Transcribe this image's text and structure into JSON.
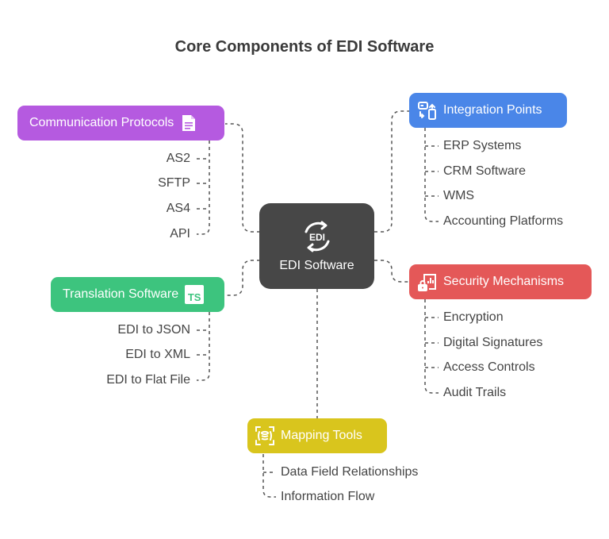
{
  "title": "Core Components of EDI Software",
  "center": {
    "label": "EDI Software",
    "icon": "edi-sync-icon",
    "color": "#474747"
  },
  "branches": [
    {
      "id": "communication-protocols",
      "label": "Communication Protocols",
      "icon": "document-icon",
      "color": "#B55AE0",
      "children": [
        "AS2",
        "SFTP",
        "AS4",
        "API"
      ]
    },
    {
      "id": "integration-points",
      "label": "Integration Points",
      "icon": "device-sync-icon",
      "color": "#4A86E8",
      "children": [
        "ERP Systems",
        "CRM Software",
        "WMS",
        "Accounting Platforms"
      ]
    },
    {
      "id": "translation-software",
      "label": "Translation Software",
      "icon": "typescript-icon",
      "color": "#3DC47E",
      "children": [
        "EDI to JSON",
        "EDI to XML",
        "EDI to Flat File"
      ]
    },
    {
      "id": "security-mechanisms",
      "label": "Security Mechanisms",
      "icon": "secure-document-icon",
      "color": "#E45858",
      "children": [
        "Encryption",
        "Digital Signatures",
        "Access Controls",
        "Audit Trails"
      ]
    },
    {
      "id": "mapping-tools",
      "label": "Mapping Tools",
      "icon": "database-expand-icon",
      "color": "#D9C51D",
      "children": [
        "Data Field Relationships",
        "Information Flow"
      ]
    }
  ]
}
